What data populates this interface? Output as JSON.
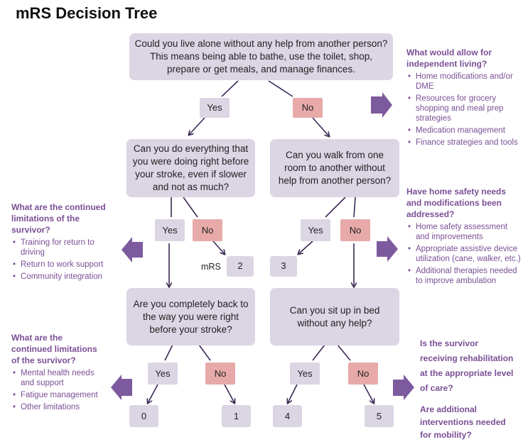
{
  "title": "mRS Decision Tree",
  "colors": {
    "box": "#dcd5e4",
    "no": "#e7aaa9",
    "accent": "#7a4f95",
    "line": "#3c2a55"
  },
  "questions": {
    "q1": "Could you live alone without any help from another person? This means being able to bathe, use the toilet, shop, prepare or get meals, and manage finances.",
    "q2": "Can you do everything that you were doing right before your stroke, even if slower and not as much?",
    "q3": "Can you walk from one room to another without help from another person?",
    "q4": "Are you completely back to the way you were right before your stroke?",
    "q5": "Can you sit up in bed without any help?"
  },
  "labels": {
    "yes": "Yes",
    "no": "No",
    "mrs": "mRS"
  },
  "scores": {
    "s0": "0",
    "s1": "1",
    "s2": "2",
    "s3": "3",
    "s4": "4",
    "s5": "5"
  },
  "side_top_right": {
    "heading": "What would allow for independent living?",
    "items": [
      "Home modifications and/or DME",
      "Resources for grocery shopping and meal prep strategies",
      "Medication management",
      "Finance strategies and tools"
    ]
  },
  "side_mid_right": {
    "heading": "Have home safety needs and modifications been addressed?",
    "items": [
      "Home safety assessment and improvements",
      "Appropriate assistive device utilization (cane, walker, etc.)",
      "Additional therapies needed to improve ambulation"
    ]
  },
  "side_mid_left": {
    "heading": "What are the continued limitations of the survivor?",
    "items": [
      "Training for return to driving",
      "Return to work support",
      "Community integration"
    ]
  },
  "side_bottom_left": {
    "heading": "What are the continued limitations of the survivor?",
    "items": [
      "Mental health needs and support",
      "Fatigue management",
      "Other limitations"
    ]
  },
  "side_bottom_right": {
    "q1": "Is the survivor receiving rehabilitation at the appropriate level of care?",
    "q2": "Are additional interventions needed for mobility?"
  },
  "icons": [
    "arrow-right-icon",
    "arrow-left-icon"
  ]
}
